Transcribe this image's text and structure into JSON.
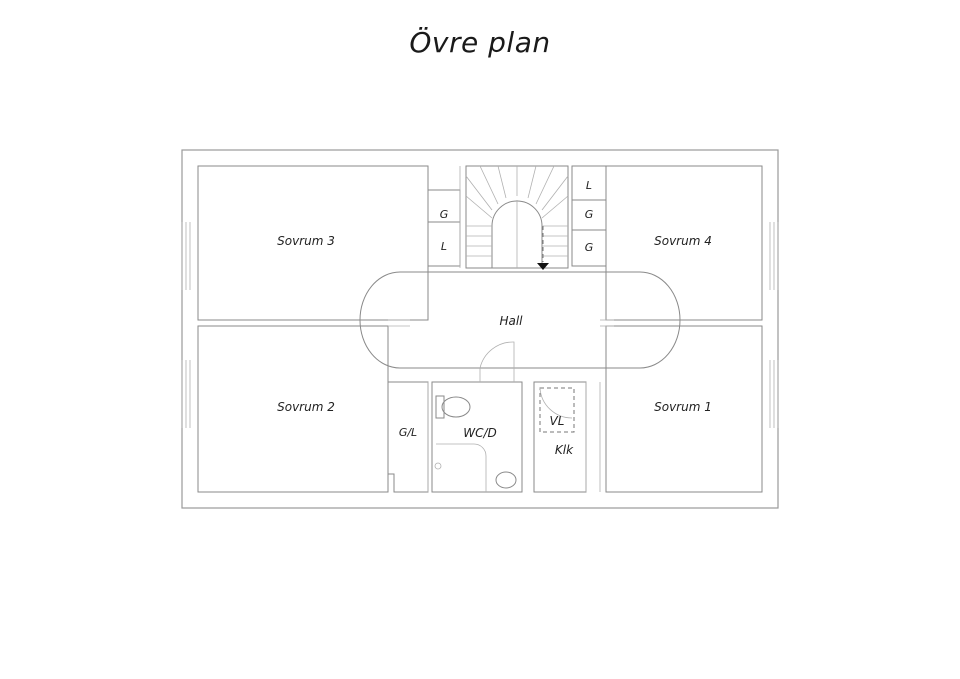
{
  "title": "Övre plan",
  "rooms": {
    "sovrum3": "Sovrum 3",
    "sovrum4": "Sovrum 4",
    "sovrum2": "Sovrum 2",
    "sovrum1": "Sovrum 1",
    "hall": "Hall",
    "wc_d": "WC/D",
    "klk": "Klk",
    "vl": "VL",
    "g_l": "G/L"
  },
  "closets": {
    "left_top": "G",
    "left_bottom": "L",
    "right_top": "L",
    "right_mid": "G",
    "right_bottom": "G"
  }
}
